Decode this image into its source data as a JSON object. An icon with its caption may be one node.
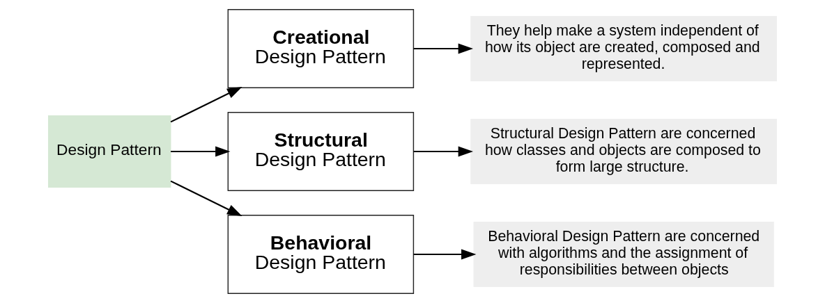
{
  "diagram": {
    "nodes": [
      {
        "text": [
          "Design Pattern"
        ]
      },
      {
        "text": [
          "Creational",
          "Design Pattern"
        ]
      },
      {
        "text": [
          "Structural",
          "Design Pattern"
        ]
      },
      {
        "text": [
          "Behavioral",
          "Design Pattern"
        ]
      },
      {
        "text": [
          "They help make a system independent of how its object are created, composed and represented."
        ]
      },
      {
        "text": [
          "Structural Design Pattern are concerned how classes and objects are composed to form large structure."
        ]
      },
      {
        "text": [
          "Behavioral Design Pattern are concerned with algorithms and the assignment of responsibilities between objects"
        ]
      }
    ],
    "edges": [
      {
        "from": 0,
        "to": 1,
        "arrow": "to"
      },
      {
        "from": 0,
        "to": 2,
        "arrow": "to"
      },
      {
        "from": 0,
        "to": 3,
        "arrow": "to"
      },
      {
        "from": 1,
        "to": 4,
        "arrow": "to"
      },
      {
        "from": 2,
        "to": 5,
        "arrow": "to"
      },
      {
        "from": 3,
        "to": 6,
        "arrow": "to"
      }
    ]
  }
}
